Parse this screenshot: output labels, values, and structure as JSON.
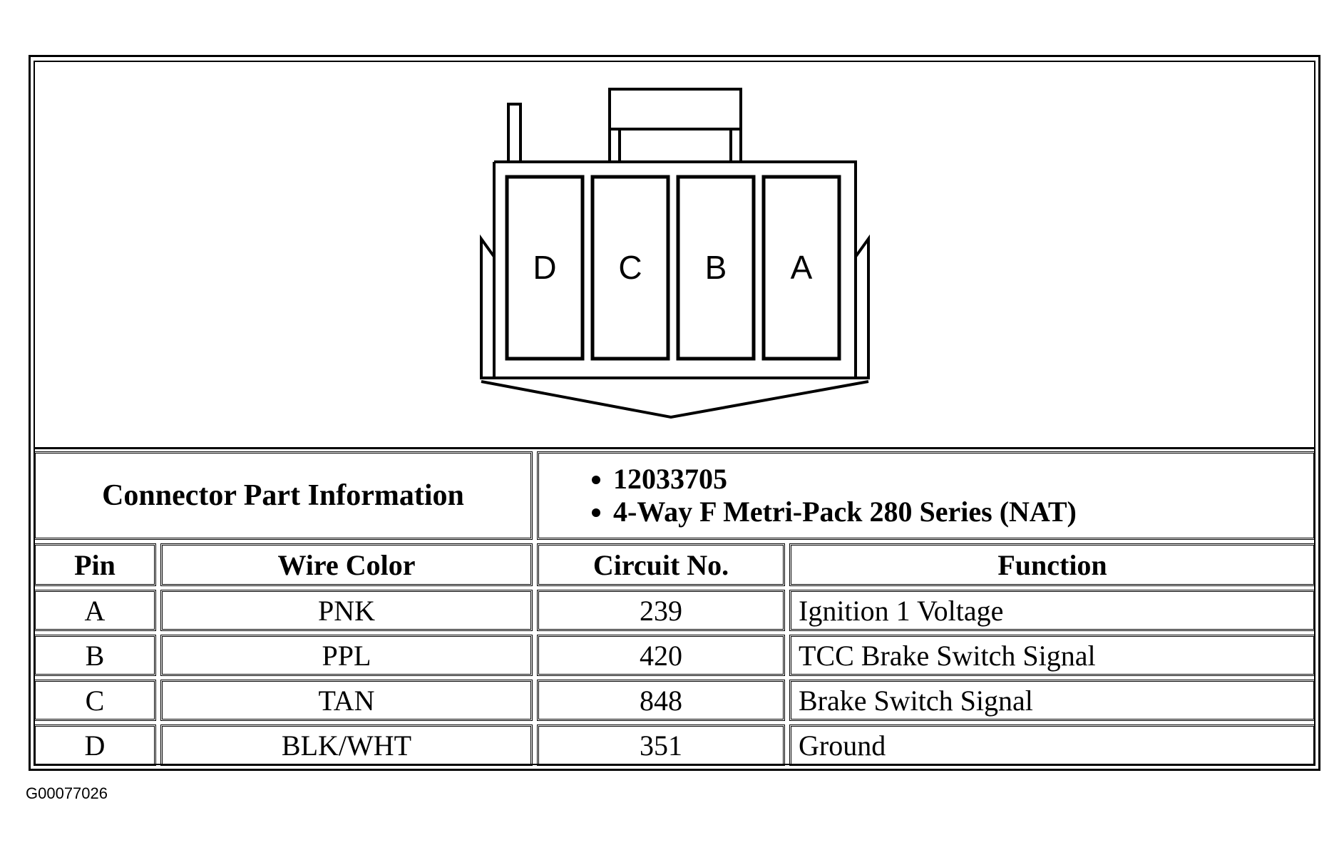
{
  "connector": {
    "cavities": [
      "D",
      "C",
      "B",
      "A"
    ]
  },
  "part_info": {
    "label": "Connector Part Information",
    "items": [
      "12033705",
      "4-Way F Metri-Pack 280 Series (NAT)"
    ]
  },
  "table": {
    "headers": {
      "pin": "Pin",
      "wire_color": "Wire Color",
      "circuit": "Circuit No.",
      "function": "Function"
    },
    "rows": [
      {
        "pin": "A",
        "wire_color": "PNK",
        "circuit": "239",
        "function": "Ignition 1 Voltage"
      },
      {
        "pin": "B",
        "wire_color": "PPL",
        "circuit": "420",
        "function": "TCC Brake Switch Signal"
      },
      {
        "pin": "C",
        "wire_color": "TAN",
        "circuit": "848",
        "function": "Brake Switch Signal"
      },
      {
        "pin": "D",
        "wire_color": "BLK/WHT",
        "circuit": "351",
        "function": "Ground"
      }
    ]
  },
  "figure_id": "G00077026"
}
